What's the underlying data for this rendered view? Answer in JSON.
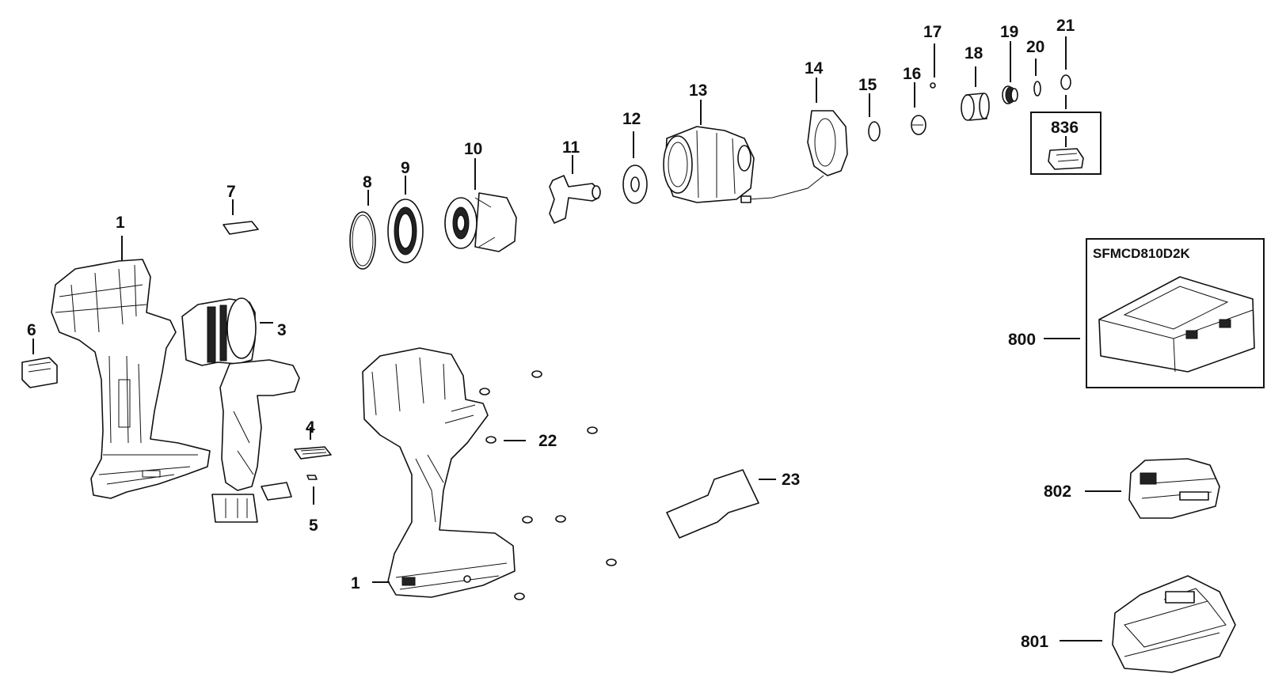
{
  "labels": {
    "p1a": "1",
    "p1b": "1",
    "p3": "3",
    "p4": "4",
    "p5": "5",
    "p6": "6",
    "p7": "7",
    "p8": "8",
    "p9": "9",
    "p10": "10",
    "p11": "11",
    "p12": "12",
    "p13": "13",
    "p14": "14",
    "p15": "15",
    "p16": "16",
    "p17": "17",
    "p18": "18",
    "p19": "19",
    "p20": "20",
    "p21": "21",
    "p22": "22",
    "p23": "23",
    "p800": "800",
    "p801": "801",
    "p802": "802",
    "p836": "836"
  },
  "kit_label": "SFMCD810D2K",
  "colors": {
    "line": "#111111",
    "background": "#ffffff"
  }
}
